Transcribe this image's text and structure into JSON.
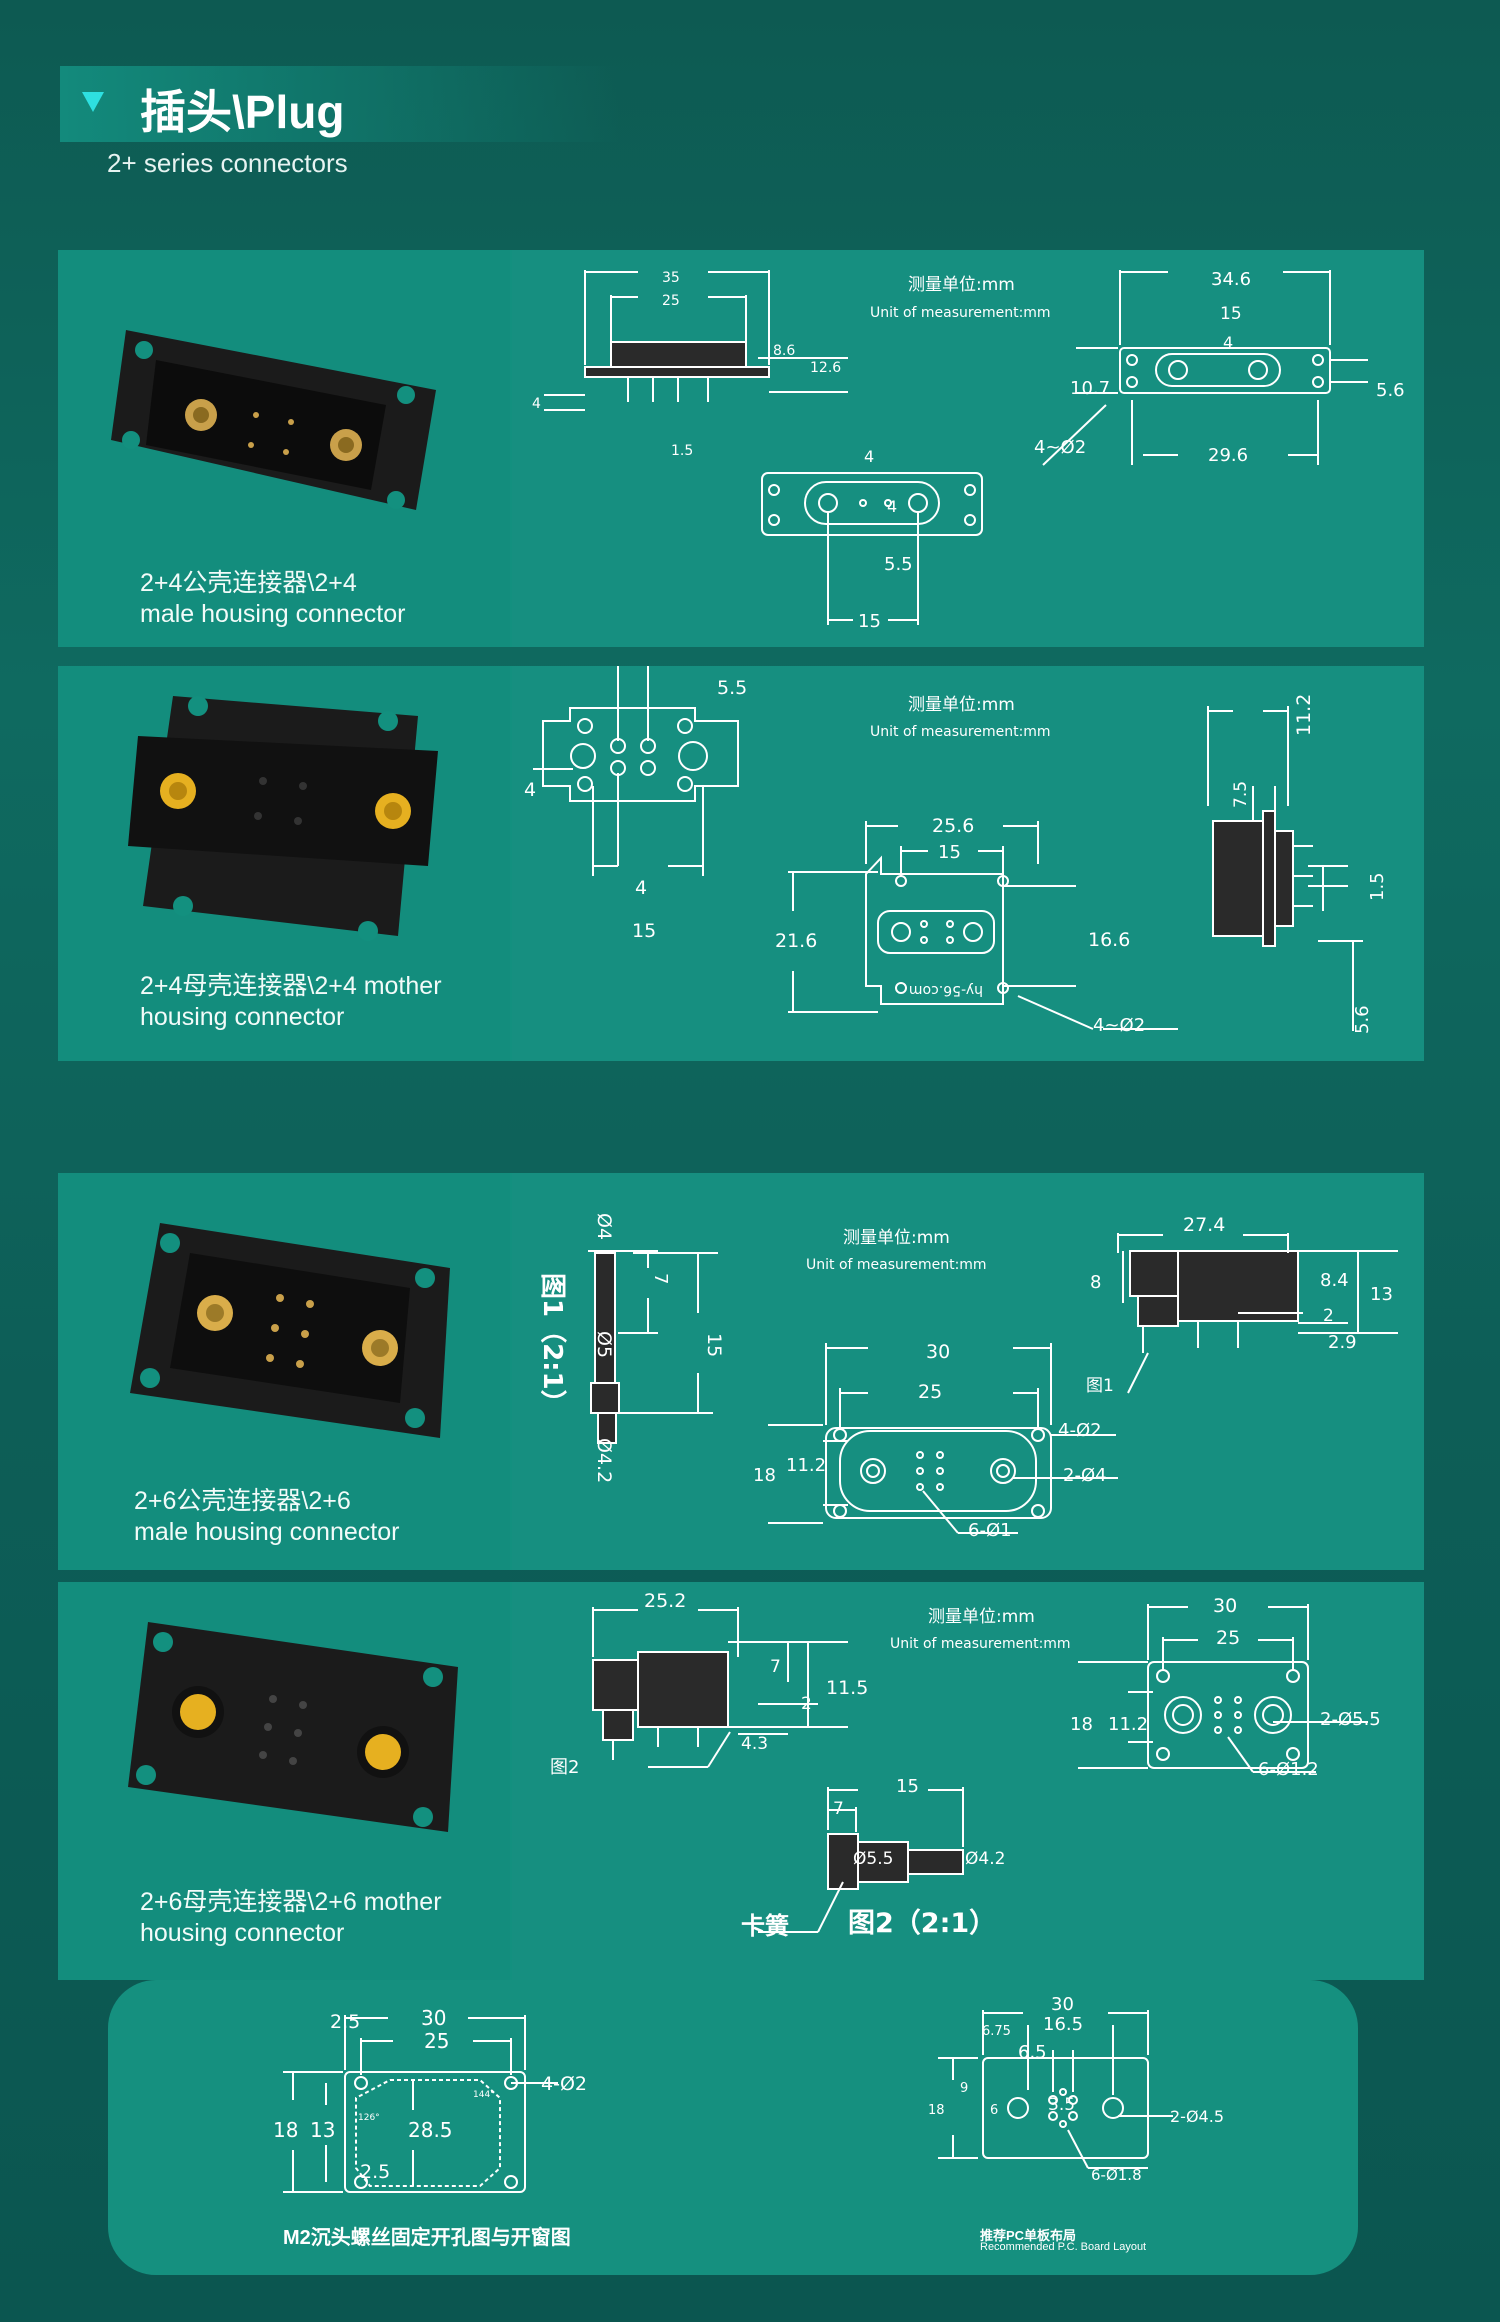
{
  "header": {
    "title": "插头\\Plug",
    "subtitle": "2+ series connectors"
  },
  "units": {
    "cn": "测量单位:mm",
    "en": "Unit of measurement:mm"
  },
  "sections": [
    {
      "label_line1": "2+4公壳连接器\\2+4",
      "label_line2": "male housing connector"
    },
    {
      "label_line1": "2+4母壳连接器\\2+4 mother",
      "label_line2": "housing connector"
    },
    {
      "label_line1": "2+6公壳连接器\\2+6",
      "label_line2": "male housing connector"
    },
    {
      "label_line1": "2+6母壳连接器\\2+6 mother",
      "label_line2": "housing connector"
    }
  ],
  "dims": {
    "s1": {
      "d35": "35",
      "d25": "25",
      "d86": "8.6",
      "d126": "12.6",
      "d4": "4",
      "d15": "1.5",
      "d346": "34.6",
      "d15b": "15",
      "d4b": "4",
      "d107": "10.7",
      "d56": "5.6",
      "d42": "4~Ø2",
      "d296": "29.6",
      "d4c": "4",
      "d4d": "4",
      "d55": "5.5",
      "d15c": "15"
    },
    "s2": {
      "d55": "5.5",
      "d4": "4",
      "d4b": "4",
      "d15": "15",
      "d256": "25.6",
      "d15b": "15",
      "d216": "21.6",
      "d166": "16.6",
      "d42": "4~Ø2",
      "d112": "11.2",
      "d75": "7.5",
      "d15c": "1.5",
      "d56": "5.6",
      "site": "hy-56.com"
    },
    "s3": {
      "fig": "图1（2:1）",
      "d4": "Ø4",
      "d7": "7",
      "d15": "15",
      "d5": "Ø5",
      "d42": "Ø4.2",
      "d30": "30",
      "d25": "25",
      "d18": "18",
      "d112": "11.2",
      "d42h": "4-Ø2",
      "d24": "2-Ø4",
      "d61": "6-Ø1",
      "d274": "27.4",
      "d8": "8",
      "d84": "8.4",
      "d13": "13",
      "d2": "2",
      "d29": "2.9",
      "fig1": "图1"
    },
    "s4": {
      "d252": "25.2",
      "d7": "7",
      "d2": "2",
      "d115": "11.5",
      "d43": "4.3",
      "fig2s": "图2",
      "d30": "30",
      "d25": "25",
      "d18": "18",
      "d112": "11.2",
      "d255": "2-Ø5.5",
      "d612": "6-Ø1.2",
      "d15": "15",
      "d7b": "7",
      "d55": "Ø5.5",
      "d42": "Ø4.2",
      "spring": "卡簧",
      "fig2": "图2（2:1）"
    },
    "s5": {
      "d30": "30",
      "d25a": "2.5",
      "d25": "25",
      "d42": "4-Ø2",
      "d18": "18",
      "d13": "13",
      "d285": "28.5",
      "d25b": "2.5",
      "a144": "144°",
      "a126": "126°",
      "d30b": "30",
      "d165": "16.5",
      "d675": "6.75",
      "d65": "6.5",
      "d9": "9",
      "d18b": "18",
      "d6": "6",
      "d35": "3.5",
      "d245": "2-Ø4.5",
      "d618": "6-Ø1.8"
    }
  },
  "footer": {
    "left": "M2沉头螺丝固定开孔图与开窗图",
    "right_cn": "推荐PC单板布局",
    "right_en": "Recommended P.C. Board Layout"
  },
  "colors": {
    "bg": "#0d5a52",
    "card": "#13907f",
    "accent": "#2ee0e0"
  }
}
